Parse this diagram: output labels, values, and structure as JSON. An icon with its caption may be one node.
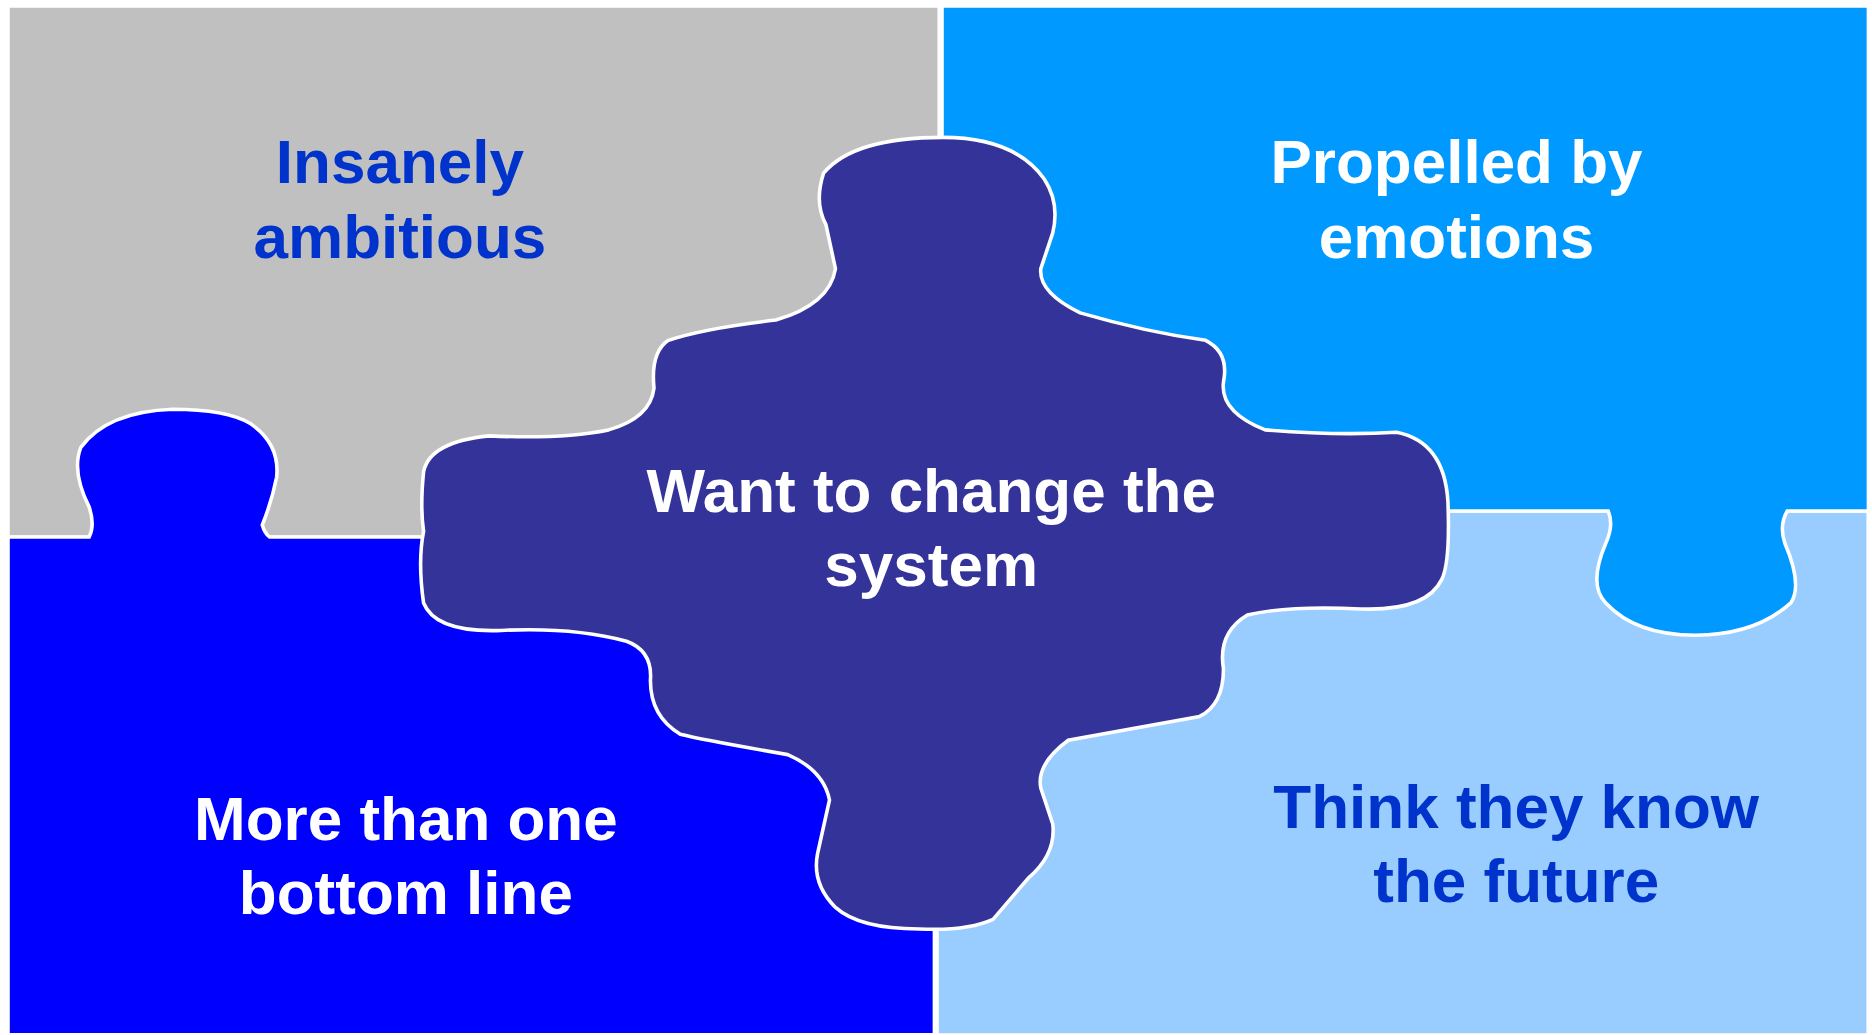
{
  "diagram": {
    "nodes": [
      {
        "text": [
          "Insanely ambitious"
        ]
      },
      {
        "text": [
          "Propelled by emotions"
        ]
      },
      {
        "text": [
          "Want to change the system"
        ]
      },
      {
        "text": [
          "More than one bottom line"
        ]
      },
      {
        "text": [
          "Think they know the future"
        ]
      }
    ]
  }
}
